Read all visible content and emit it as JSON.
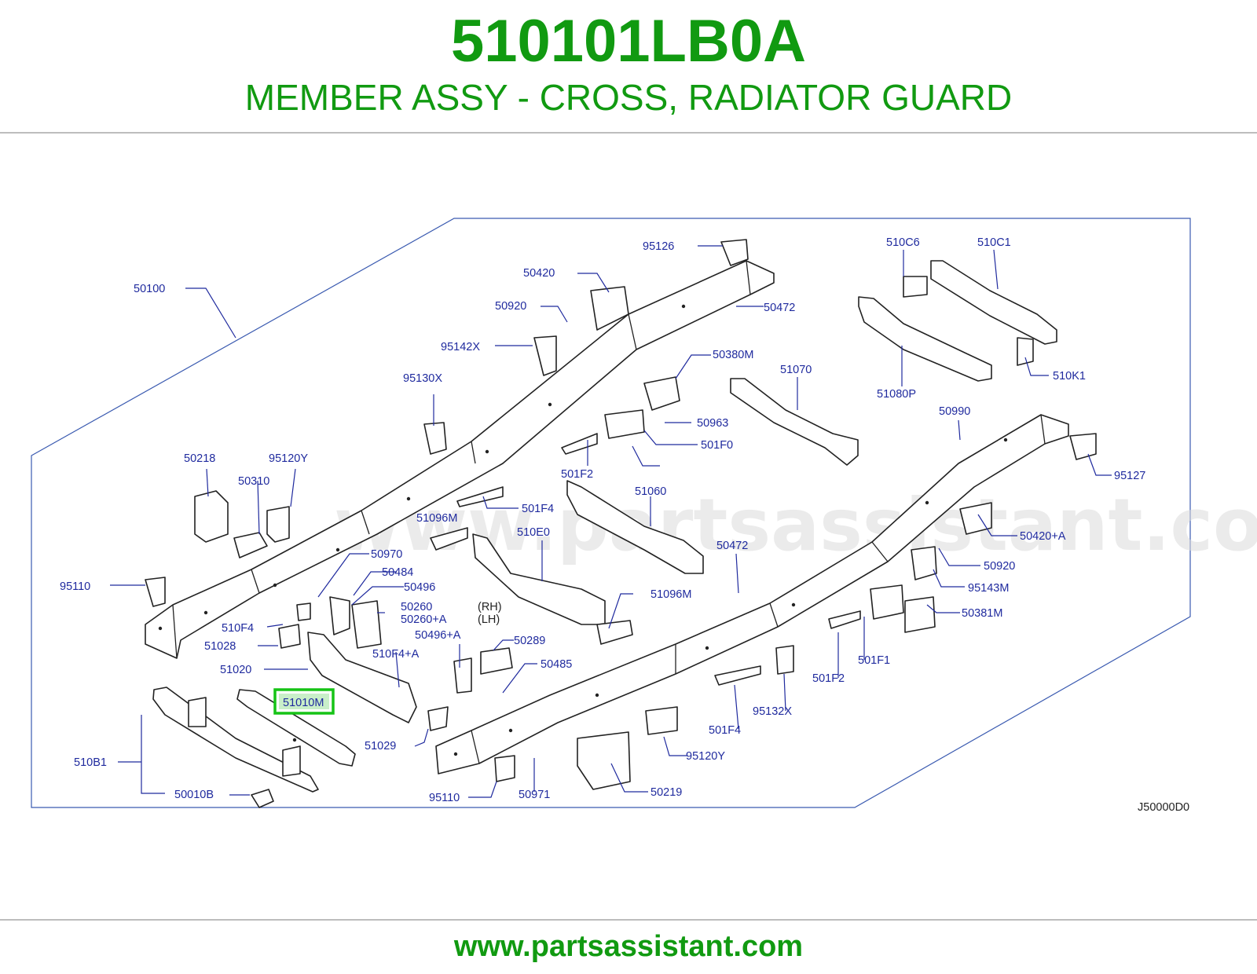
{
  "header": {
    "part_number": "510101LB0A",
    "part_name": "MEMBER ASSY - CROSS, RADIATOR GUARD"
  },
  "diagram": {
    "watermark": "www.partsassistant.com",
    "code": "J50000D0",
    "highlighted_label": "51010M",
    "callouts": [
      "50100",
      "95126",
      "50420",
      "50920",
      "50472",
      "95142X",
      "95130X",
      "50380M",
      "51070",
      "510C6",
      "510C1",
      "51080P",
      "510K1",
      "50963",
      "501F0",
      "50990",
      "95127",
      "501F2",
      "50218",
      "95120Y",
      "50310",
      "501F4",
      "51096M",
      "510E0",
      "51060",
      "50420+A",
      "50472",
      "50920",
      "95143M",
      "50381M",
      "95110",
      "50970",
      "50484",
      "50496",
      "50260",
      "50260+A",
      "(RH)",
      "(LH)",
      "51096M",
      "510F4",
      "51028",
      "50496+A",
      "50289",
      "510F4+A",
      "51020",
      "50485",
      "501F1",
      "501F2",
      "95132X",
      "51029",
      "501F4",
      "510B1",
      "50010B",
      "95110",
      "50971",
      "50219",
      "95120Y"
    ]
  },
  "footer": {
    "url": "www.partsassistant.com"
  },
  "colors": {
    "brand_green": "#119a11",
    "label_blue": "#1f2a9e",
    "highlight_green": "#16c316"
  }
}
